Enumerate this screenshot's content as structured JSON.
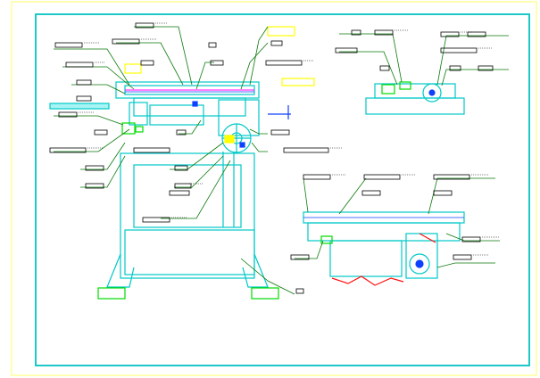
{
  "drawing": {
    "kind": "mechanical assembly CAD sheet",
    "views": [
      "main-elevation-view",
      "top-right-detail-view",
      "bottom-right-section-view"
    ],
    "colors": {
      "background": "#ffffff",
      "outer_frame": "#ffff66",
      "inner_frame": "#1ec8c8",
      "outline": "#00c8c8",
      "leader": "#0a7a0a",
      "part_green": "#00dd00",
      "part_yellow": "#ffff00",
      "part_blue": "#1040ff",
      "part_magenta": "#ff00ff",
      "part_red": "#ff1010",
      "label_line": "#000000",
      "highlight_cyan": "#a8f4f4"
    },
    "label_style": "redacted dimension / part callouts (no legible text)"
  }
}
